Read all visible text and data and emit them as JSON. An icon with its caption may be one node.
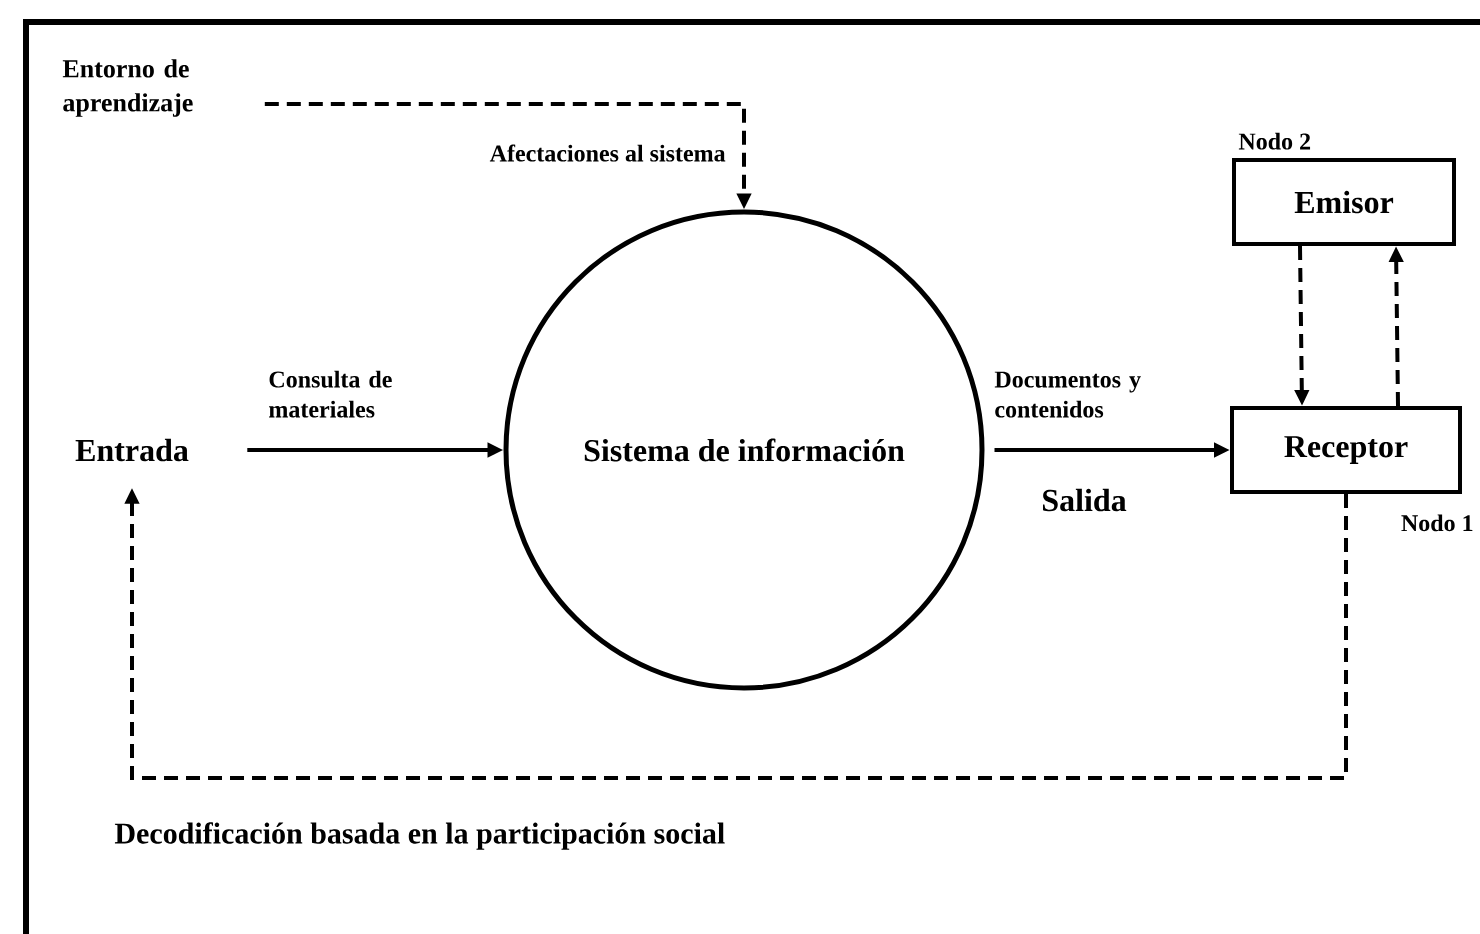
{
  "diagram": {
    "nodes": [
      {
        "text": [
          "Entorno de aprendizaje"
        ]
      },
      {
        "text": [
          "Entrada"
        ]
      },
      {
        "text": [
          "Sistema de información"
        ]
      },
      {
        "text": [
          "Emisor"
        ],
        "beside": [
          "Nodo 2"
        ]
      },
      {
        "text": [
          "Receptor"
        ],
        "beside": [
          "Nodo 1"
        ]
      }
    ],
    "edges": [
      {
        "from": 0,
        "to": 2,
        "arrow": "to",
        "style": "dashed",
        "label": "Afectaciones al sistema"
      },
      {
        "from": 1,
        "to": 2,
        "arrow": "to",
        "label": "Consulta de materiales"
      },
      {
        "from": 2,
        "to": 4,
        "arrow": "to",
        "label": "Documentos y contenidos"
      },
      {
        "from": 3,
        "to": 4,
        "arrow": "to",
        "style": "dashed"
      },
      {
        "from": 4,
        "to": 3,
        "arrow": "to",
        "style": "dashed"
      },
      {
        "from": 4,
        "to": 1,
        "arrow": "to",
        "style": "dashed",
        "label": "Decodificación basada en la participación social"
      }
    ],
    "labels": [
      "Salida"
    ]
  }
}
